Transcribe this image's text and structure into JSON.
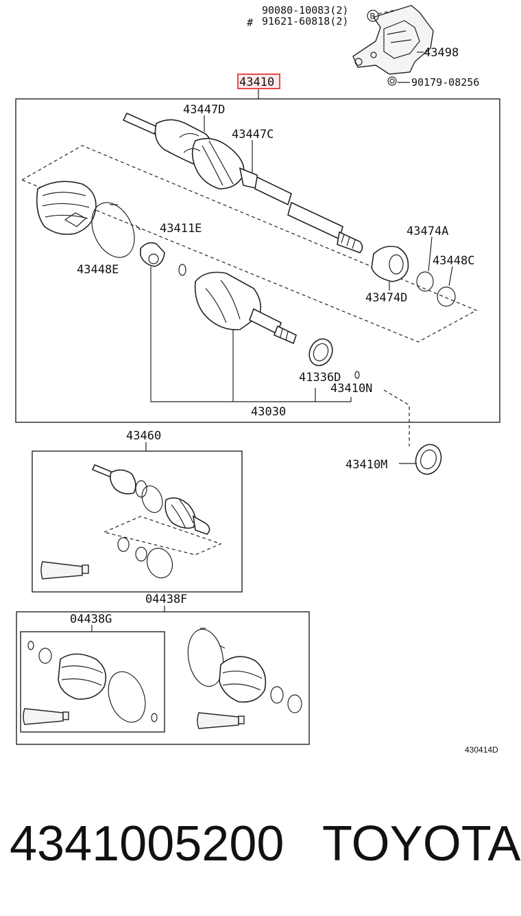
{
  "diagram": {
    "labels": {
      "top_bolt_1": "90080-10083(2)",
      "top_bolt_2": "91621-60818(2)",
      "hash_mark": "#",
      "circle_b": "B",
      "bracket": "43498",
      "nut": "90179-08256",
      "main_part": "43410",
      "p43447d": "43447D",
      "p43447c": "43447C",
      "p43411e": "43411E",
      "p43448e": "43448E",
      "p43474a": "43474A",
      "p43448c": "43448C",
      "p43474d": "43474D",
      "p41336d": "41336D",
      "p43410n": "43410N",
      "p43030": "43030",
      "p43410m": "43410M",
      "p43460": "43460",
      "p04438f": "04438F",
      "p04438g": "04438G",
      "figure_code": "430414D"
    },
    "colors": {
      "highlight_box": "#e02020",
      "highlight_fill": "#ffe9e9",
      "line": "#222222"
    }
  },
  "footer": {
    "part_number": "4341005200",
    "brand": "TOYOTA"
  }
}
